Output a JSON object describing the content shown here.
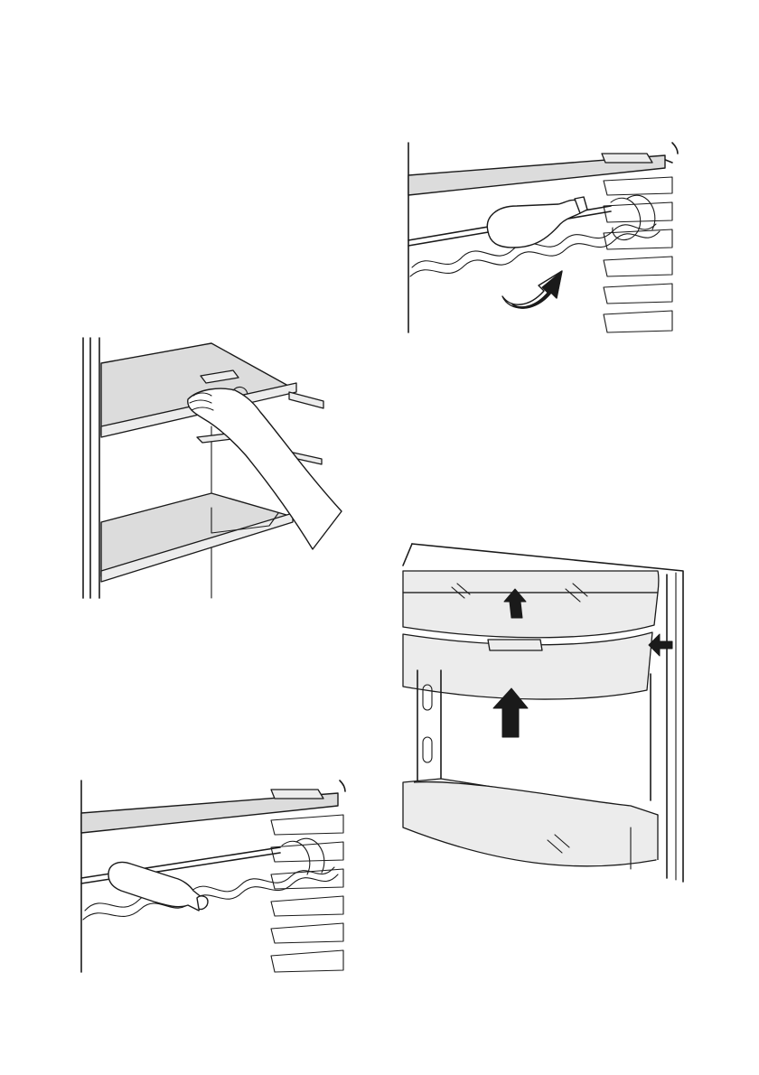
{
  "figures": [
    {
      "id": "shelf-removal",
      "icon": "shelf-removal-illustration"
    },
    {
      "id": "bottle-rack-lift",
      "icon": "bottle-rack-lift-illustration"
    },
    {
      "id": "bottle-rack-placed",
      "icon": "bottle-rack-placed-illustration"
    },
    {
      "id": "drawer-cover-removal",
      "icon": "drawer-cover-removal-illustration"
    }
  ],
  "colors": {
    "line": "#1a1a1a",
    "glass": "#dcdcdc",
    "panel": "#ececec",
    "arrow": "#1a1a1a"
  }
}
